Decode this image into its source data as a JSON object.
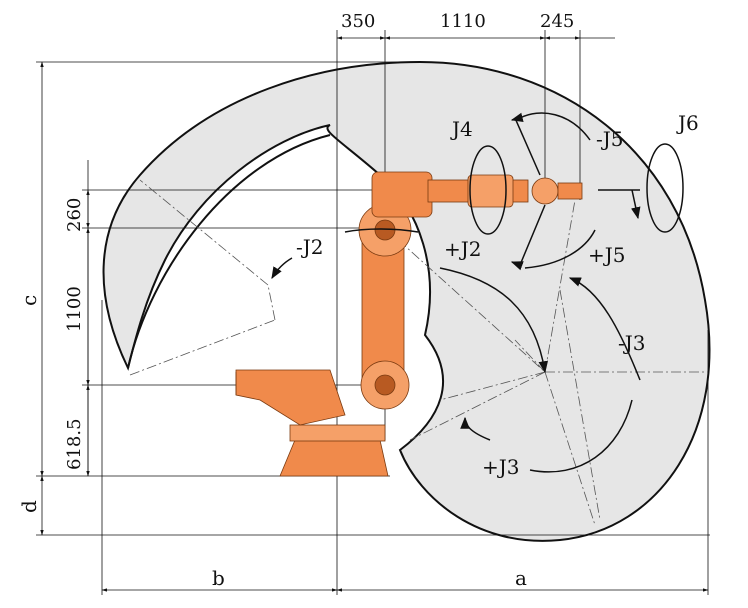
{
  "dimensions": {
    "top": [
      "350",
      "1110",
      "245"
    ],
    "left": [
      "260",
      "1100",
      "618.5"
    ],
    "outer_left": [
      "c",
      "d"
    ],
    "bottom": [
      "b",
      "a"
    ]
  },
  "joint_labels": {
    "j4": "J4",
    "j5_neg": "-J5",
    "j5_pos": "+J5",
    "j6": "J6",
    "j2_neg": "-J2",
    "j2_pos": "+J2",
    "j3_neg": "-J3",
    "j3_pos": "+J3"
  },
  "colors": {
    "envelope_fill": "#e6e6e6",
    "robot_orange": "#f08a4b",
    "robot_dark": "#b85a22",
    "line": "#111111"
  }
}
